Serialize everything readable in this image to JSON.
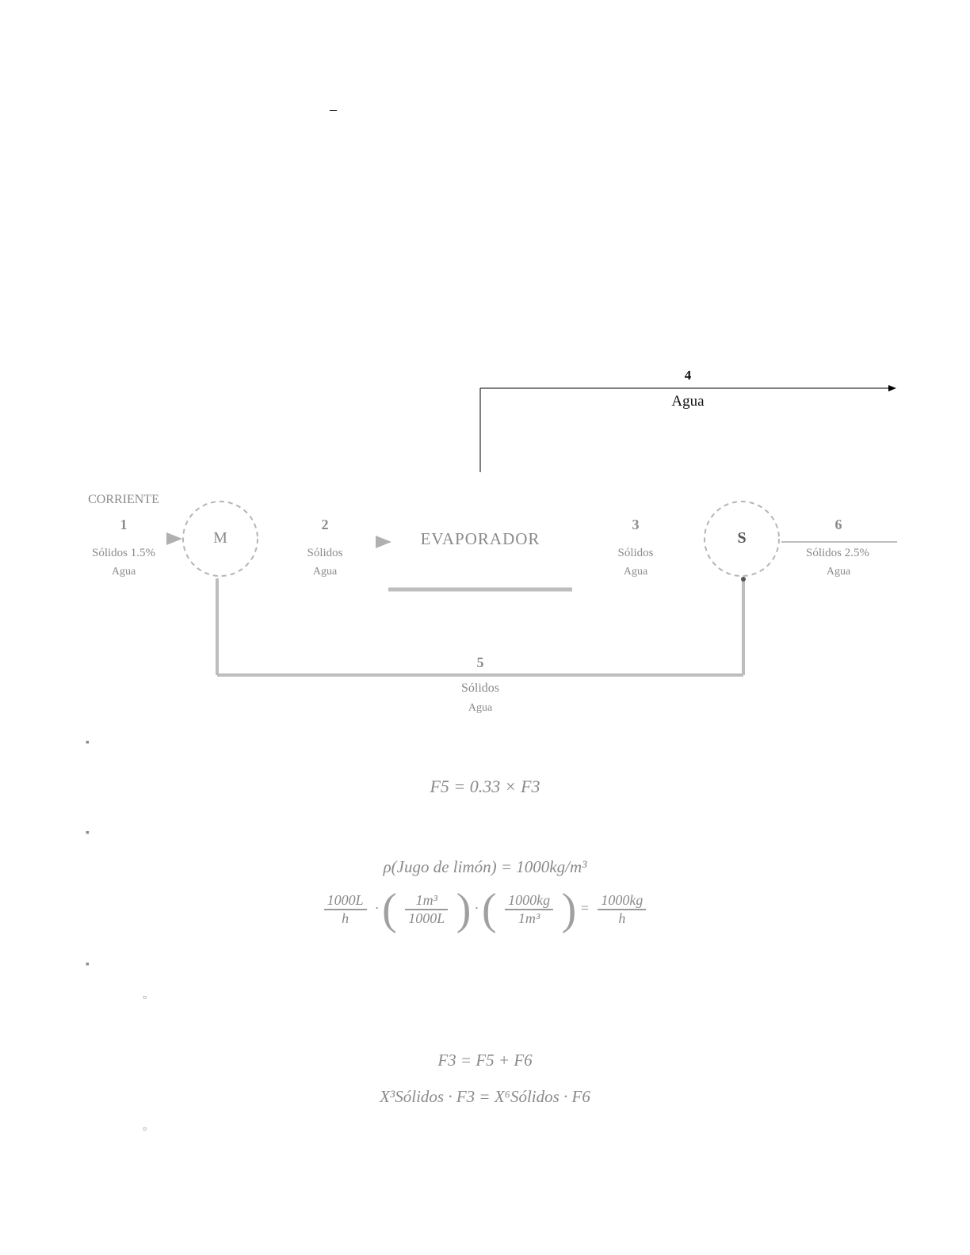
{
  "header": {
    "dash": "–"
  },
  "diagram": {
    "stream4": {
      "number": "4",
      "label": "Agua"
    },
    "stream1": {
      "top": "CORRIENTE",
      "number": "1",
      "line1": "Sólidos 1.5%",
      "line2": "Agua"
    },
    "mixer": {
      "label": "M"
    },
    "stream2": {
      "number": "2",
      "line1": "Sólidos",
      "line2": "Agua"
    },
    "evaporator": {
      "label": "EVAPORADOR"
    },
    "stream3": {
      "number": "3",
      "line1": "Sólidos",
      "line2": "Agua"
    },
    "splitter": {
      "label": "S"
    },
    "stream6": {
      "number": "6",
      "line1": "Sólidos 2.5%",
      "line2": "Agua"
    },
    "stream5": {
      "number": "5",
      "line1": "Sólidos",
      "line2": "Agua"
    }
  },
  "equations": {
    "eq1": "F5 = 0.33 × F3",
    "eq2": "ρ(Jugo de limón) = 1000kg/m³",
    "eq3": {
      "f1_num": "1000L",
      "f1_den": "h",
      "f2_num": "1m³",
      "f2_den": "1000L",
      "f3_num": "1000kg",
      "f3_den": "1m³",
      "result_num": "1000kg",
      "result_den": "h"
    },
    "eq4": "F3 = F5 + F6",
    "eq5": "X³Sólidos · F3 = X⁶Sólidos · F6"
  },
  "bullets": [
    "▪",
    "▪",
    "▪",
    "▫",
    "▫"
  ]
}
